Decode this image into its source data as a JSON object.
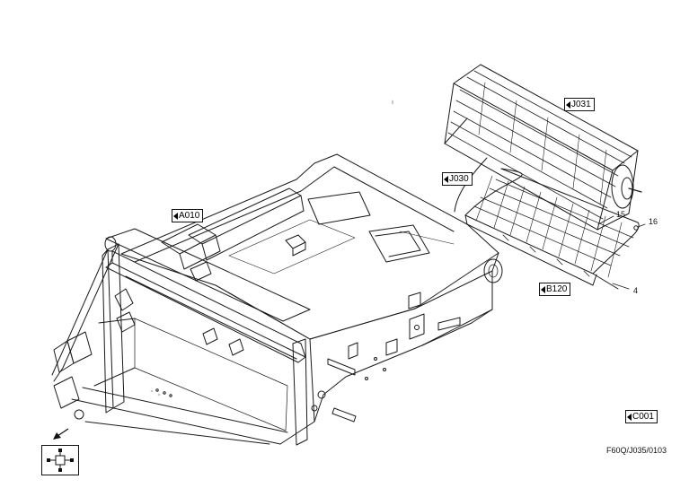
{
  "diagram": {
    "reference_tags": [
      {
        "id": "a010",
        "label": "A010"
      },
      {
        "id": "j031",
        "label": "J031"
      },
      {
        "id": "j030",
        "label": "J030"
      },
      {
        "id": "b120",
        "label": "B120"
      },
      {
        "id": "c001",
        "label": "C001"
      }
    ],
    "callouts": [
      {
        "id": "15",
        "label": "15"
      },
      {
        "id": "16",
        "label": "16"
      },
      {
        "id": "4",
        "label": "4"
      }
    ],
    "drawing_code": "F60Q/J035/0103",
    "icons": {
      "view_arrow": "arrow-down-left-icon",
      "view_navigation": "view-navigation-icon"
    },
    "colors": {
      "line": "#1a1a1a",
      "background": "#ffffff"
    }
  }
}
